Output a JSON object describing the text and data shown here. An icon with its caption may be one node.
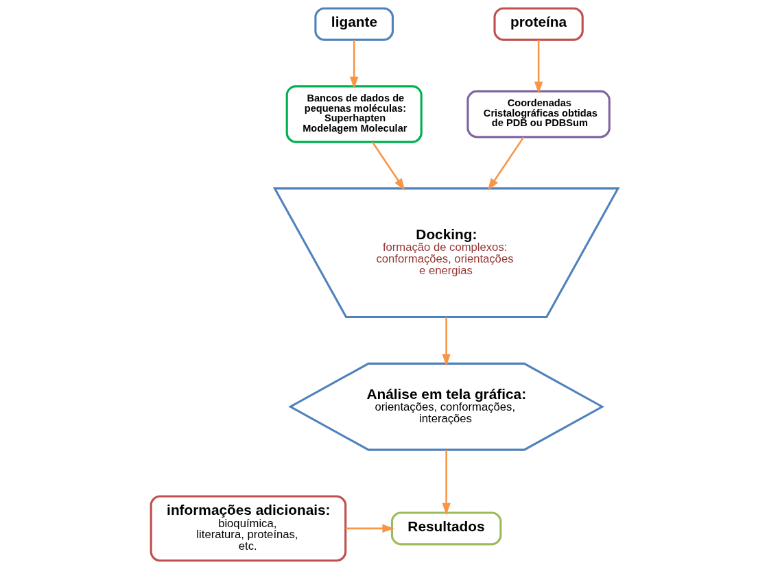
{
  "diagram": {
    "nodes": [
      {
        "text": [
          "ligante"
        ]
      },
      {
        "text": [
          "proteína"
        ]
      },
      {
        "text": [
          "Bancos de dados de pequenas moléculas: Superhapten",
          "Modelagem Molecular"
        ]
      },
      {
        "text": [
          "Coordenadas Cristalográficas obtidas de PDB ou PDBSum"
        ]
      },
      {
        "text": [
          "Docking:",
          "formação de complexos: conformações, orientações e energias"
        ]
      },
      {
        "text": [
          "Análise em tela gráfica:",
          "orientações, conformações, interações"
        ]
      },
      {
        "text": [
          "informações adicionais:",
          "bioquímica, literatura, proteínas, etc."
        ]
      },
      {
        "text": [
          "Resultados"
        ]
      }
    ],
    "edges": [
      {
        "from": 0,
        "to": 2,
        "arrow": "to"
      },
      {
        "from": 1,
        "to": 3,
        "arrow": "to"
      },
      {
        "from": 2,
        "to": 4,
        "arrow": "to"
      },
      {
        "from": 3,
        "to": 4,
        "arrow": "to"
      },
      {
        "from": 4,
        "to": 5,
        "arrow": "to"
      },
      {
        "from": 5,
        "to": 7,
        "arrow": "to"
      },
      {
        "from": 6,
        "to": 7,
        "arrow": "to"
      }
    ]
  }
}
